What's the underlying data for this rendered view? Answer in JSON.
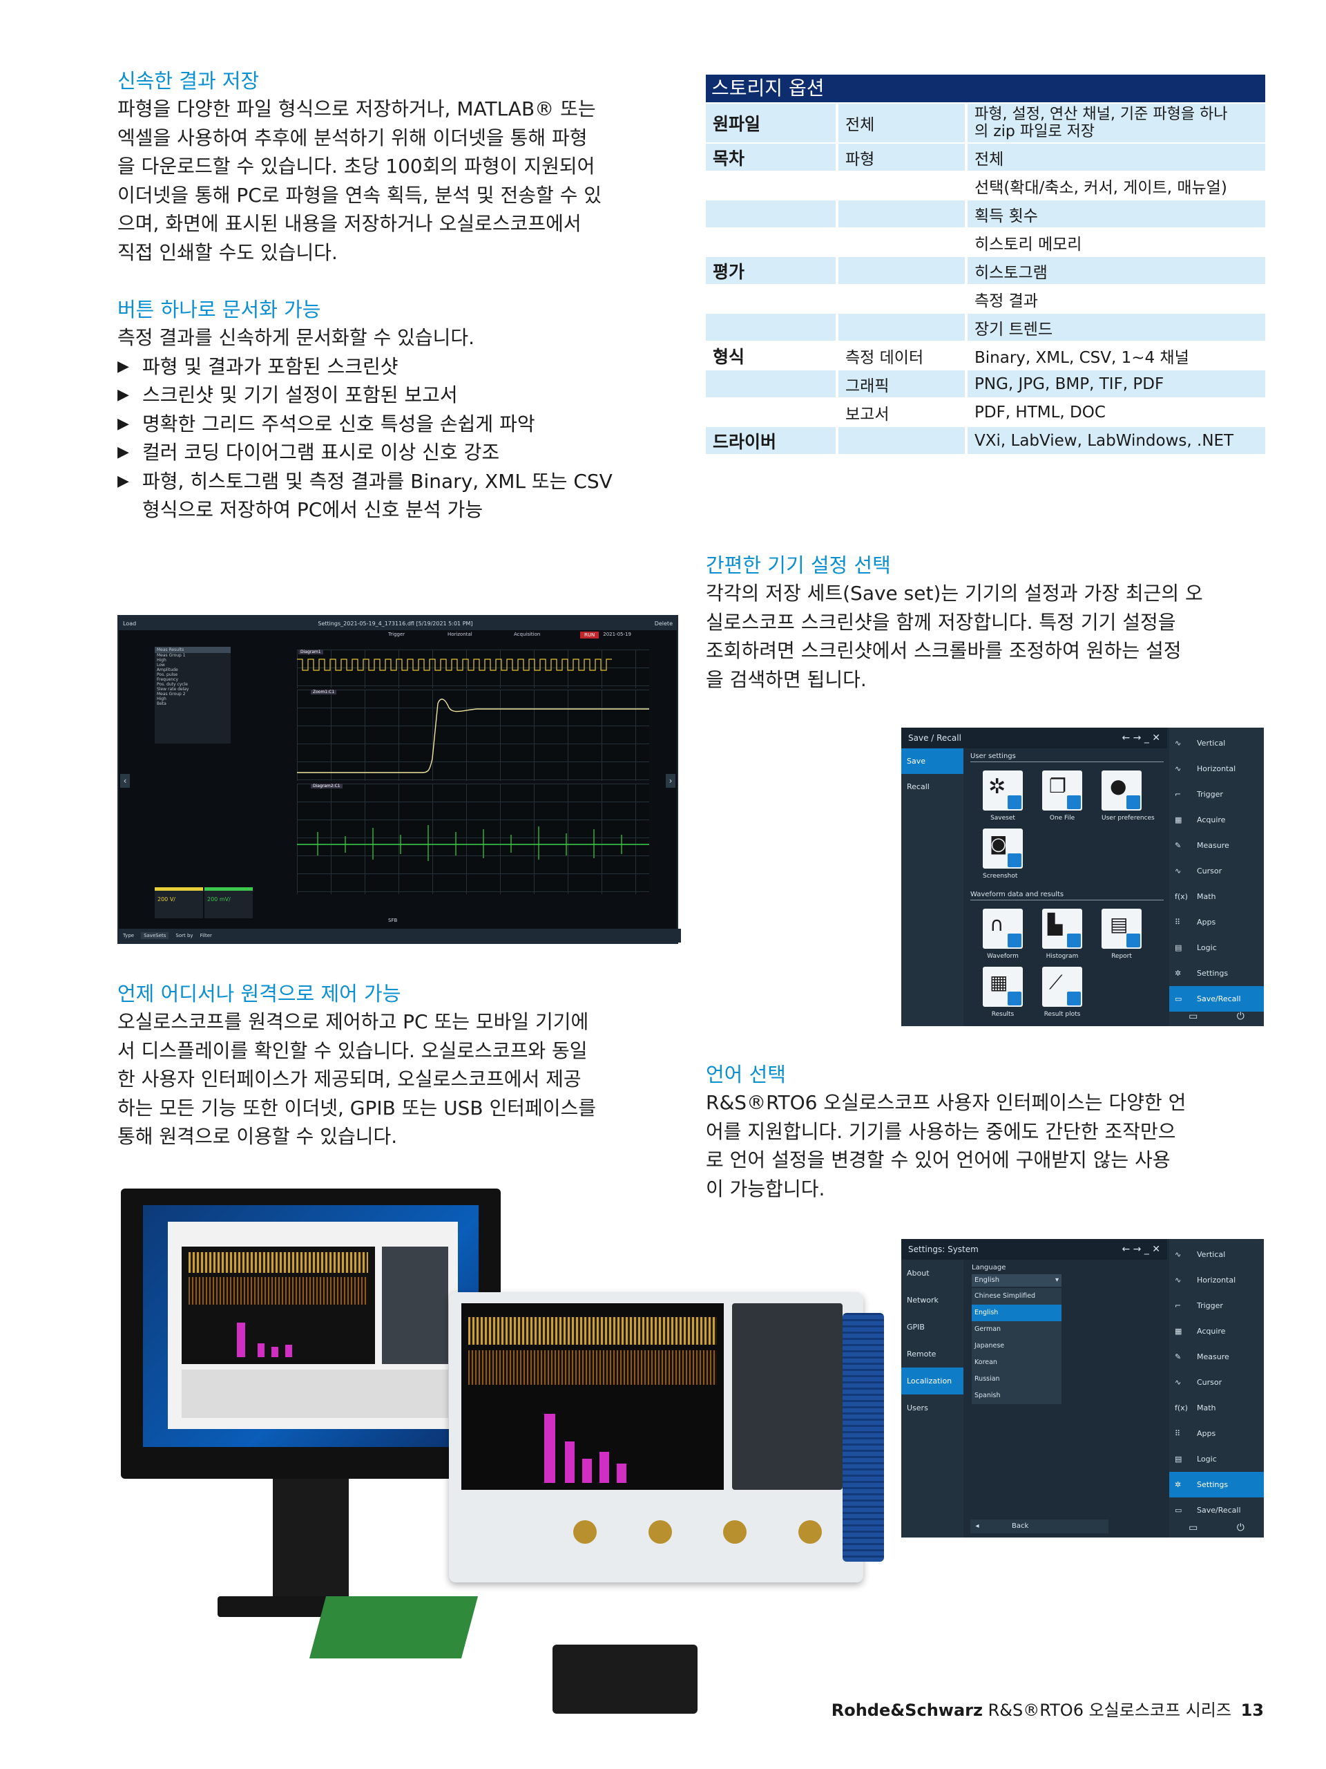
{
  "left": {
    "sec1": {
      "title": "신속한 결과 저장",
      "lines": [
        "파형을 다양한 파일 형식으로 저장하거나, MATLAB® 또는",
        "엑셀을 사용하여 추후에 분석하기 위해 이더넷을 통해 파형",
        "을 다운로드할 수 있습니다. 초당 100회의 파형이 지원되어",
        "이더넷을 통해 PC로 파형을 연속 획득, 분석 및 전송할 수 있",
        "으며, 화면에 표시된 내용을 저장하거나 오실로스코프에서",
        "직접 인쇄할 수도 있습니다."
      ]
    },
    "sec2": {
      "title": "버튼 하나로 문서화 가능",
      "intro": "측정 결과를 신속하게 문서화할 수 있습니다.",
      "bullets": [
        "파형 및 결과가 포함된 스크린샷",
        "스크린샷 및 기기 설정이 포함된 보고서",
        "명확한 그리드 주석으로 신호 특성을 손쉽게 파악",
        "컬러 코딩 다이어그램 표시로 이상 신호 강조",
        "파형, 히스토그램 및 측정 결과를 Binary, XML 또는 CSV"
      ],
      "bullet_cont": "형식으로 저장하여 PC에서 신호 분석 가능"
    },
    "sec3": {
      "title": "언제 어디서나 원격으로 제어 가능",
      "lines": [
        "오실로스코프를 원격으로 제어하고 PC 또는 모바일 기기에",
        "서 디스플레이를 확인할 수 있습니다. 오실로스코프와 동일",
        "한 사용자 인터페이스가 제공되며, 오실로스코프에서 제공",
        "하는 모든 기능 또한 이더넷, GPIB 또는 USB 인터페이스를",
        "통해 원격으로 이용할 수 있습니다."
      ]
    }
  },
  "scope_shot": {
    "load": "Load",
    "file": "Settings_2021-05-19_4_173116.dfl [5/19/2021 5:01 PM]",
    "delete": "Delete",
    "trigger": "Trigger",
    "horizontal": "Horizontal",
    "acquisition": "Acquisition",
    "run": "RUN",
    "date": "2021-05-19",
    "meas_title": "Meas Results",
    "meas_rows": [
      "Meas Group 1",
      "High",
      "Low",
      "Amplitude",
      "Pos. pulse",
      "Frequency",
      "Pos. duty cycle",
      "Slew rate delay",
      "Meas Group 2",
      "High",
      "Beta"
    ],
    "diag1": "Diagram1",
    "zoom1": "Zoom1:C1",
    "diag2": "Diagram2:C1",
    "ch1_scale": "200 V/",
    "ch2_scale": "200 mV/",
    "sfb": "SFB",
    "type_label": "Type",
    "type_value": "SaveSets",
    "sort_label": "Sort by",
    "filter_label": "Filter"
  },
  "storage": {
    "title": "스토리지 옵션",
    "rows": [
      [
        "원파일",
        "전체",
        "파형, 설정, 연산 채널, 기준 파형을 하나의 zip 파일로 저장"
      ],
      [
        "목차",
        "파형",
        "전체"
      ],
      [
        "",
        "",
        "선택(확대/축소, 커서, 게이트, 매뉴얼)"
      ],
      [
        "",
        "",
        "획득 횟수"
      ],
      [
        "",
        "",
        "히스토리 메모리"
      ],
      [
        "평가",
        "",
        "히스토그램"
      ],
      [
        "",
        "",
        "측정 결과"
      ],
      [
        "",
        "",
        "장기 트렌드"
      ],
      [
        "형식",
        "측정 데이터",
        "Binary, XML, CSV, 1~4 채널"
      ],
      [
        "",
        "그래픽",
        "PNG, JPG, BMP, TIF, PDF"
      ],
      [
        "",
        "보고서",
        "PDF, HTML, DOC"
      ],
      [
        "드라이버",
        "",
        "VXi, LabView, LabWindows, .NET"
      ]
    ],
    "wrap1": "파형, 설정, 연산 채널, 기준 파형을 하나",
    "wrap2": "의 zip 파일로 저장"
  },
  "right": {
    "sec1": {
      "title": "간편한 기기 설정 선택",
      "lines": [
        "각각의 저장 세트(Save set)는 기기의 설정과 가장 최근의 오",
        "실로스코프 스크린샷을 함께 저장합니다. 특정 기기 설정을",
        "조회하려면 스크린샷에서 스크롤바를 조정하여 원하는 설정",
        "을 검색하면 됩니다."
      ]
    },
    "sec2": {
      "title": "언어 선택",
      "lines": [
        "R&S®RTO6 오실로스코프 사용자 인터페이스는 다양한 언",
        "어를 지원합니다. 기기를 사용하는 중에도 간단한 조작만으",
        "로 언어 설정을 변경할 수 있어 언어에 구애받지 않는 사용",
        "이 가능합니다."
      ]
    }
  },
  "menu": [
    "Vertical",
    "Horizontal",
    "Trigger",
    "Acquire",
    "Measure",
    "Cursor",
    "Math",
    "Apps",
    "Logic",
    "Settings",
    "Save/Recall"
  ],
  "menu_icons": [
    "∿",
    "∿",
    "⌐",
    "▦",
    "✎",
    "∿",
    "f(x)",
    "⠿",
    "▤",
    "✲",
    "▭"
  ],
  "save_panel": {
    "title": "Save / Recall",
    "controls": "← → _ ✕",
    "left": [
      "Save",
      "Recall"
    ],
    "group1": "User settings",
    "tiles1": [
      "Saveset",
      "One File",
      "User preferences",
      "Screenshot"
    ],
    "group2": "Waveform data and results",
    "tiles2": [
      "Waveform",
      "Histogram",
      "Report",
      "Results",
      "Result plots"
    ]
  },
  "system_panel": {
    "title": "Settings: System",
    "controls": "← → _ ✕",
    "left": [
      "About",
      "Network",
      "GPIB",
      "Remote",
      "Localization",
      "Users"
    ],
    "language_label": "Language",
    "selected": "English",
    "options": [
      "Chinese Simplified",
      "English",
      "German",
      "Japanese",
      "Korean",
      "Russian",
      "Spanish"
    ],
    "back": "Back"
  },
  "footer": {
    "brand": "Rohde&Schwarz",
    "product": "R&S®RTO6 오실로스코프 시리즈",
    "page": "13"
  }
}
